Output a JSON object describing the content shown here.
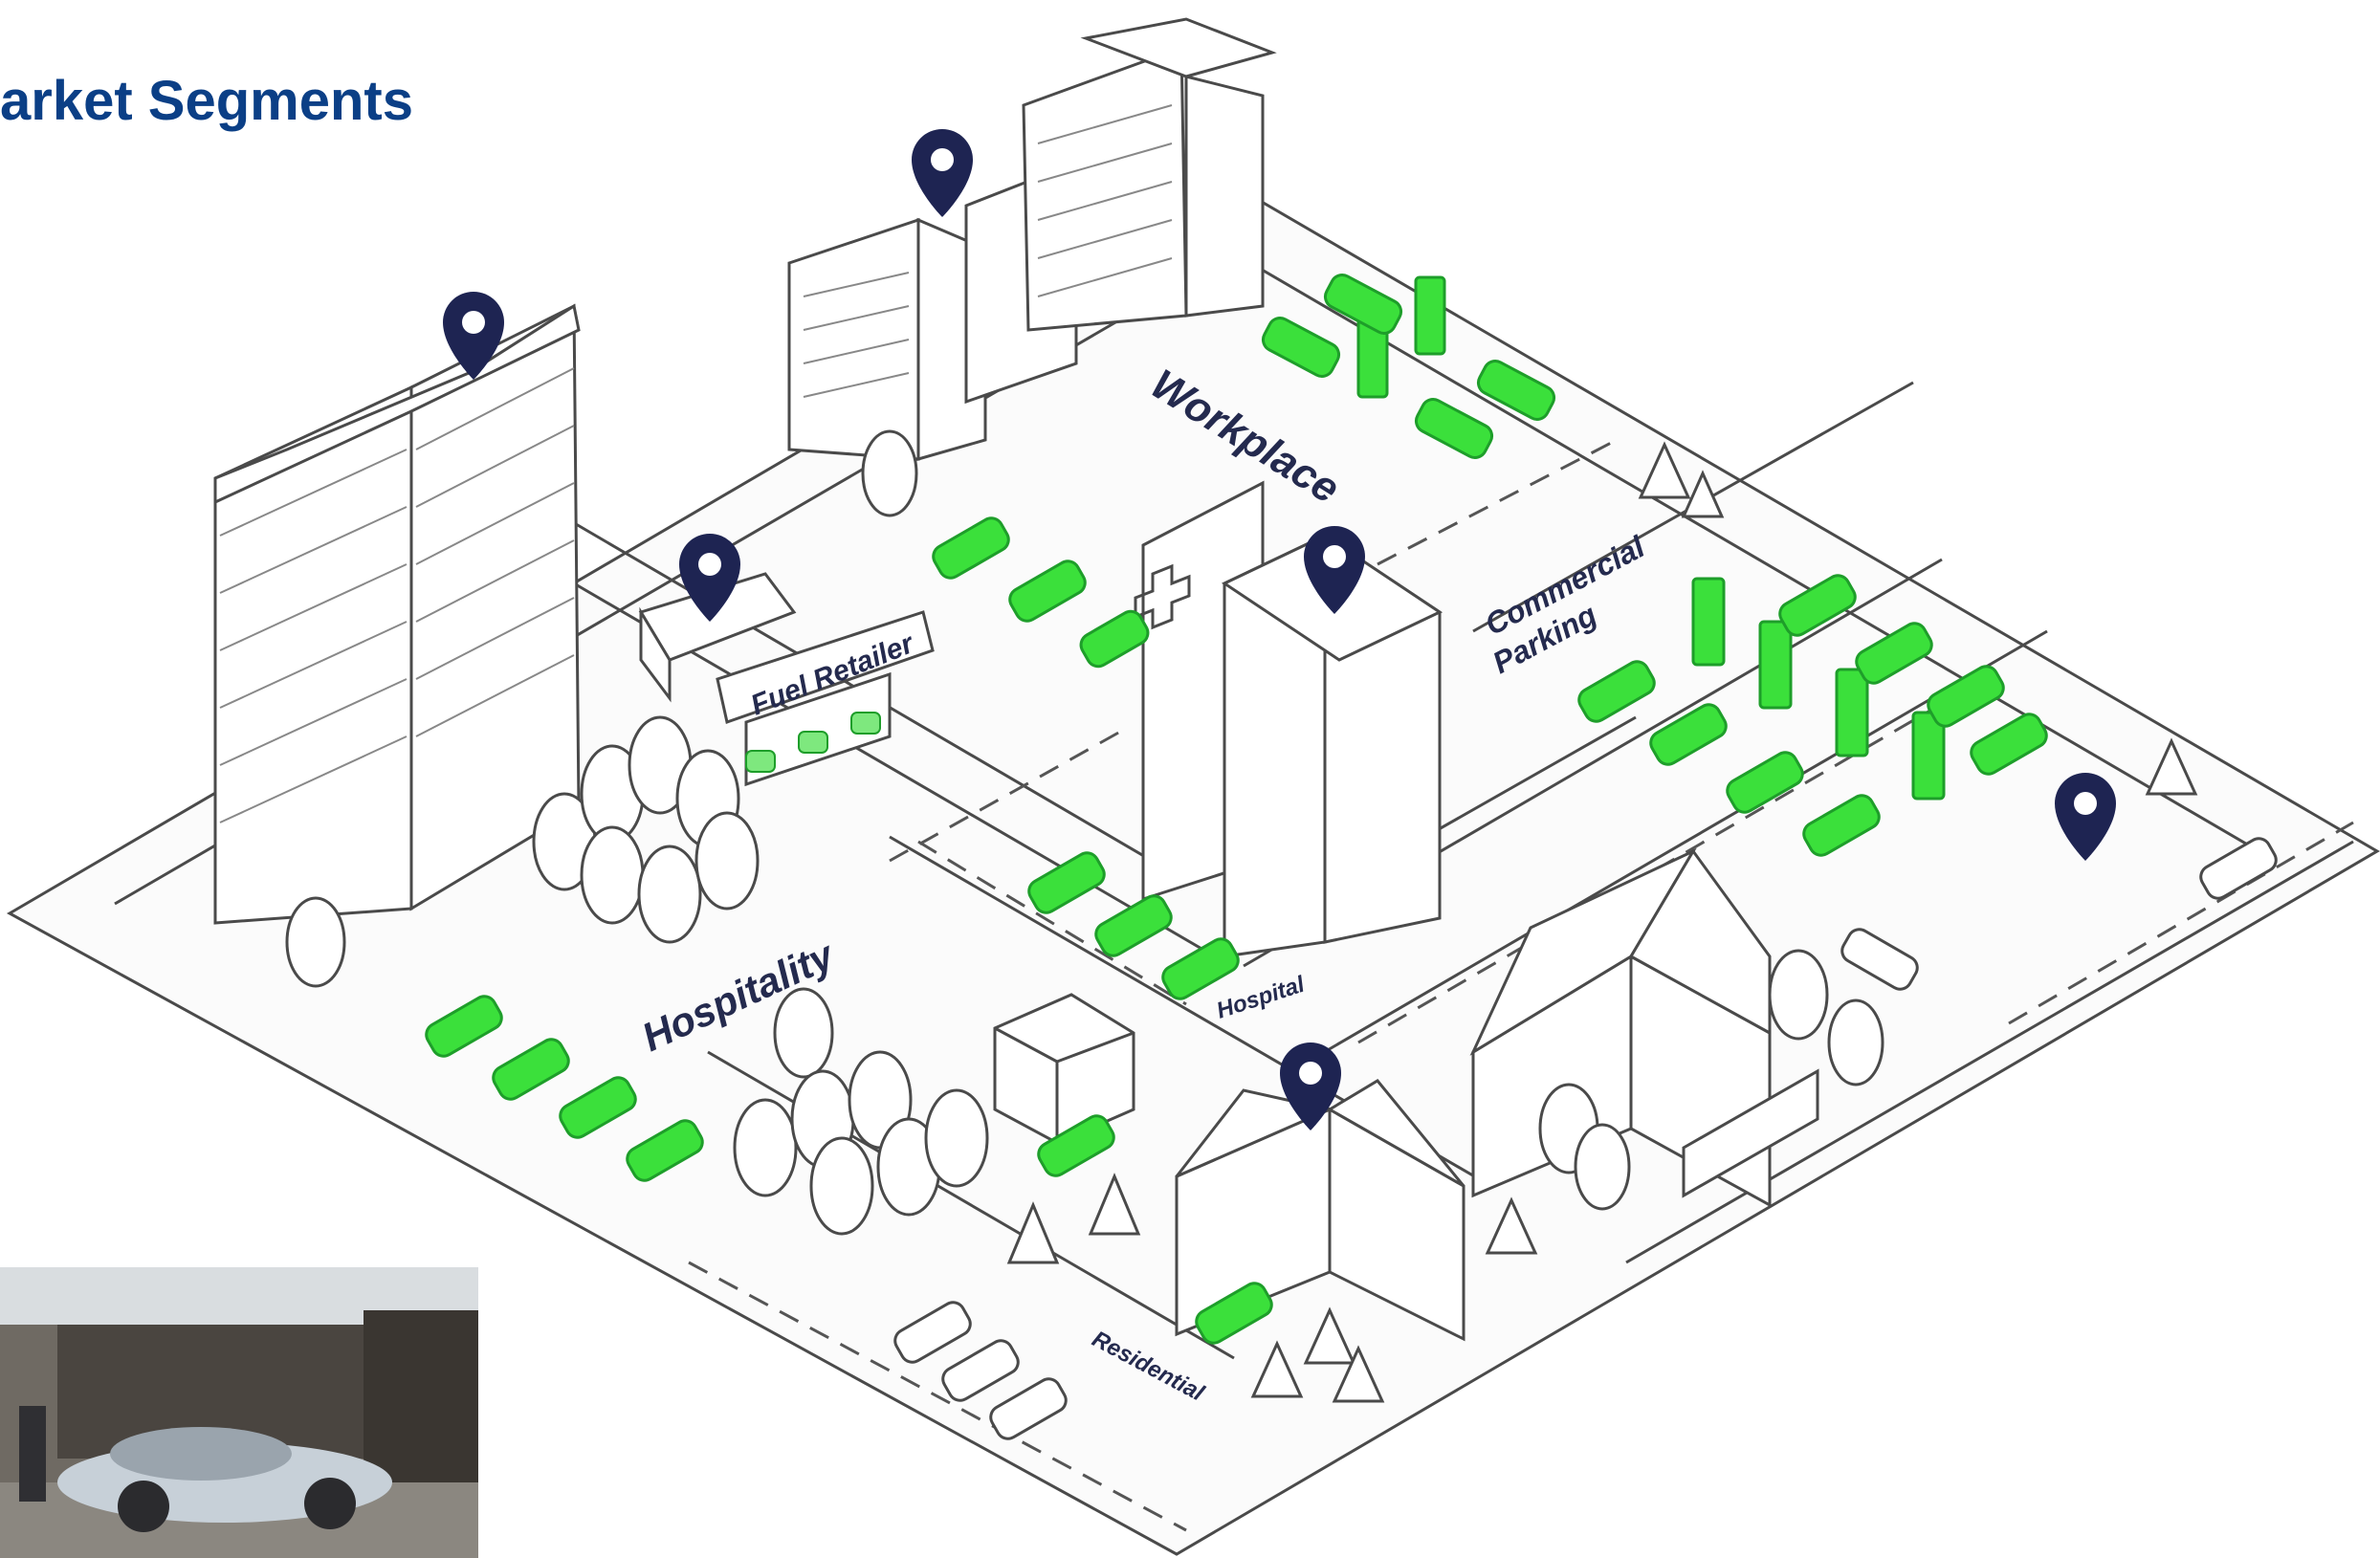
{
  "title": "arket Segments",
  "colors": {
    "title": "#0b3f86",
    "pin": "#1e2452",
    "ev_green": "#3be03b",
    "ev_green_dark": "#1e9e2a",
    "line": "#4a4a4a",
    "road": "#f7f7f7"
  },
  "segments": {
    "workplace": "Workplace",
    "commercial_line1": "Commercial",
    "commercial_line2": "Parking",
    "fuel_retailer": "Fuel Retailer",
    "hospitality": "Hospitality",
    "hospital": "Hospital",
    "residential": "Residential"
  },
  "icons": [
    "map-pin-icon",
    "ev-charger-icon",
    "car-icon",
    "tree-icon",
    "hospital-cross-icon"
  ]
}
